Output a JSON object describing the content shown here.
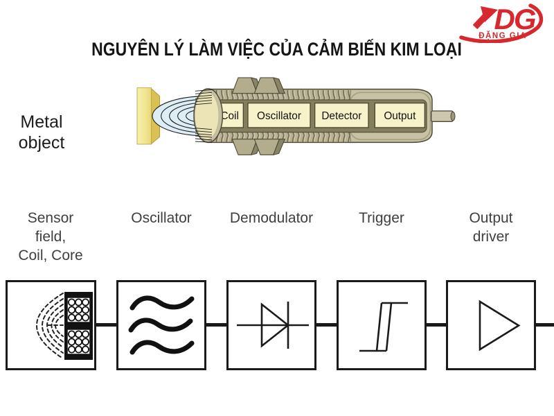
{
  "header": {
    "title": "NGUYÊN LÝ LÀM VIỆC CỦA CẢM BIẾN KIM LOẠI",
    "logo": {
      "monogram": "DG",
      "company": "ĐẶNG GIA",
      "color": "#d7282f"
    }
  },
  "sensor_diagram": {
    "metal_object_label": [
      "Metal",
      "object"
    ],
    "internal_blocks": [
      "Coil",
      "Oscillator",
      "Detector",
      "Output"
    ]
  },
  "block_diagram": {
    "stages": [
      {
        "label": [
          "Sensor",
          "field,",
          "Coil, Core"
        ],
        "icon": "sensor-field-coil-core"
      },
      {
        "label": [
          "Oscillator"
        ],
        "icon": "oscillator-waves"
      },
      {
        "label": [
          "Demodulator"
        ],
        "icon": "demodulator-diode"
      },
      {
        "label": [
          "Trigger"
        ],
        "icon": "trigger-hysteresis"
      },
      {
        "label": [
          "Output",
          "driver"
        ],
        "icon": "output-driver-amplifier"
      }
    ]
  },
  "colors": {
    "accent_red": "#d7282f",
    "sensor_body": "#c8c2a5",
    "sensor_recess": "#847e5c",
    "component_box_fill": "#f8f2ca",
    "field_blue": "#dcedf6",
    "metal_plate_yellow": "#eedd85",
    "label_gray": "#3f3f3f"
  }
}
